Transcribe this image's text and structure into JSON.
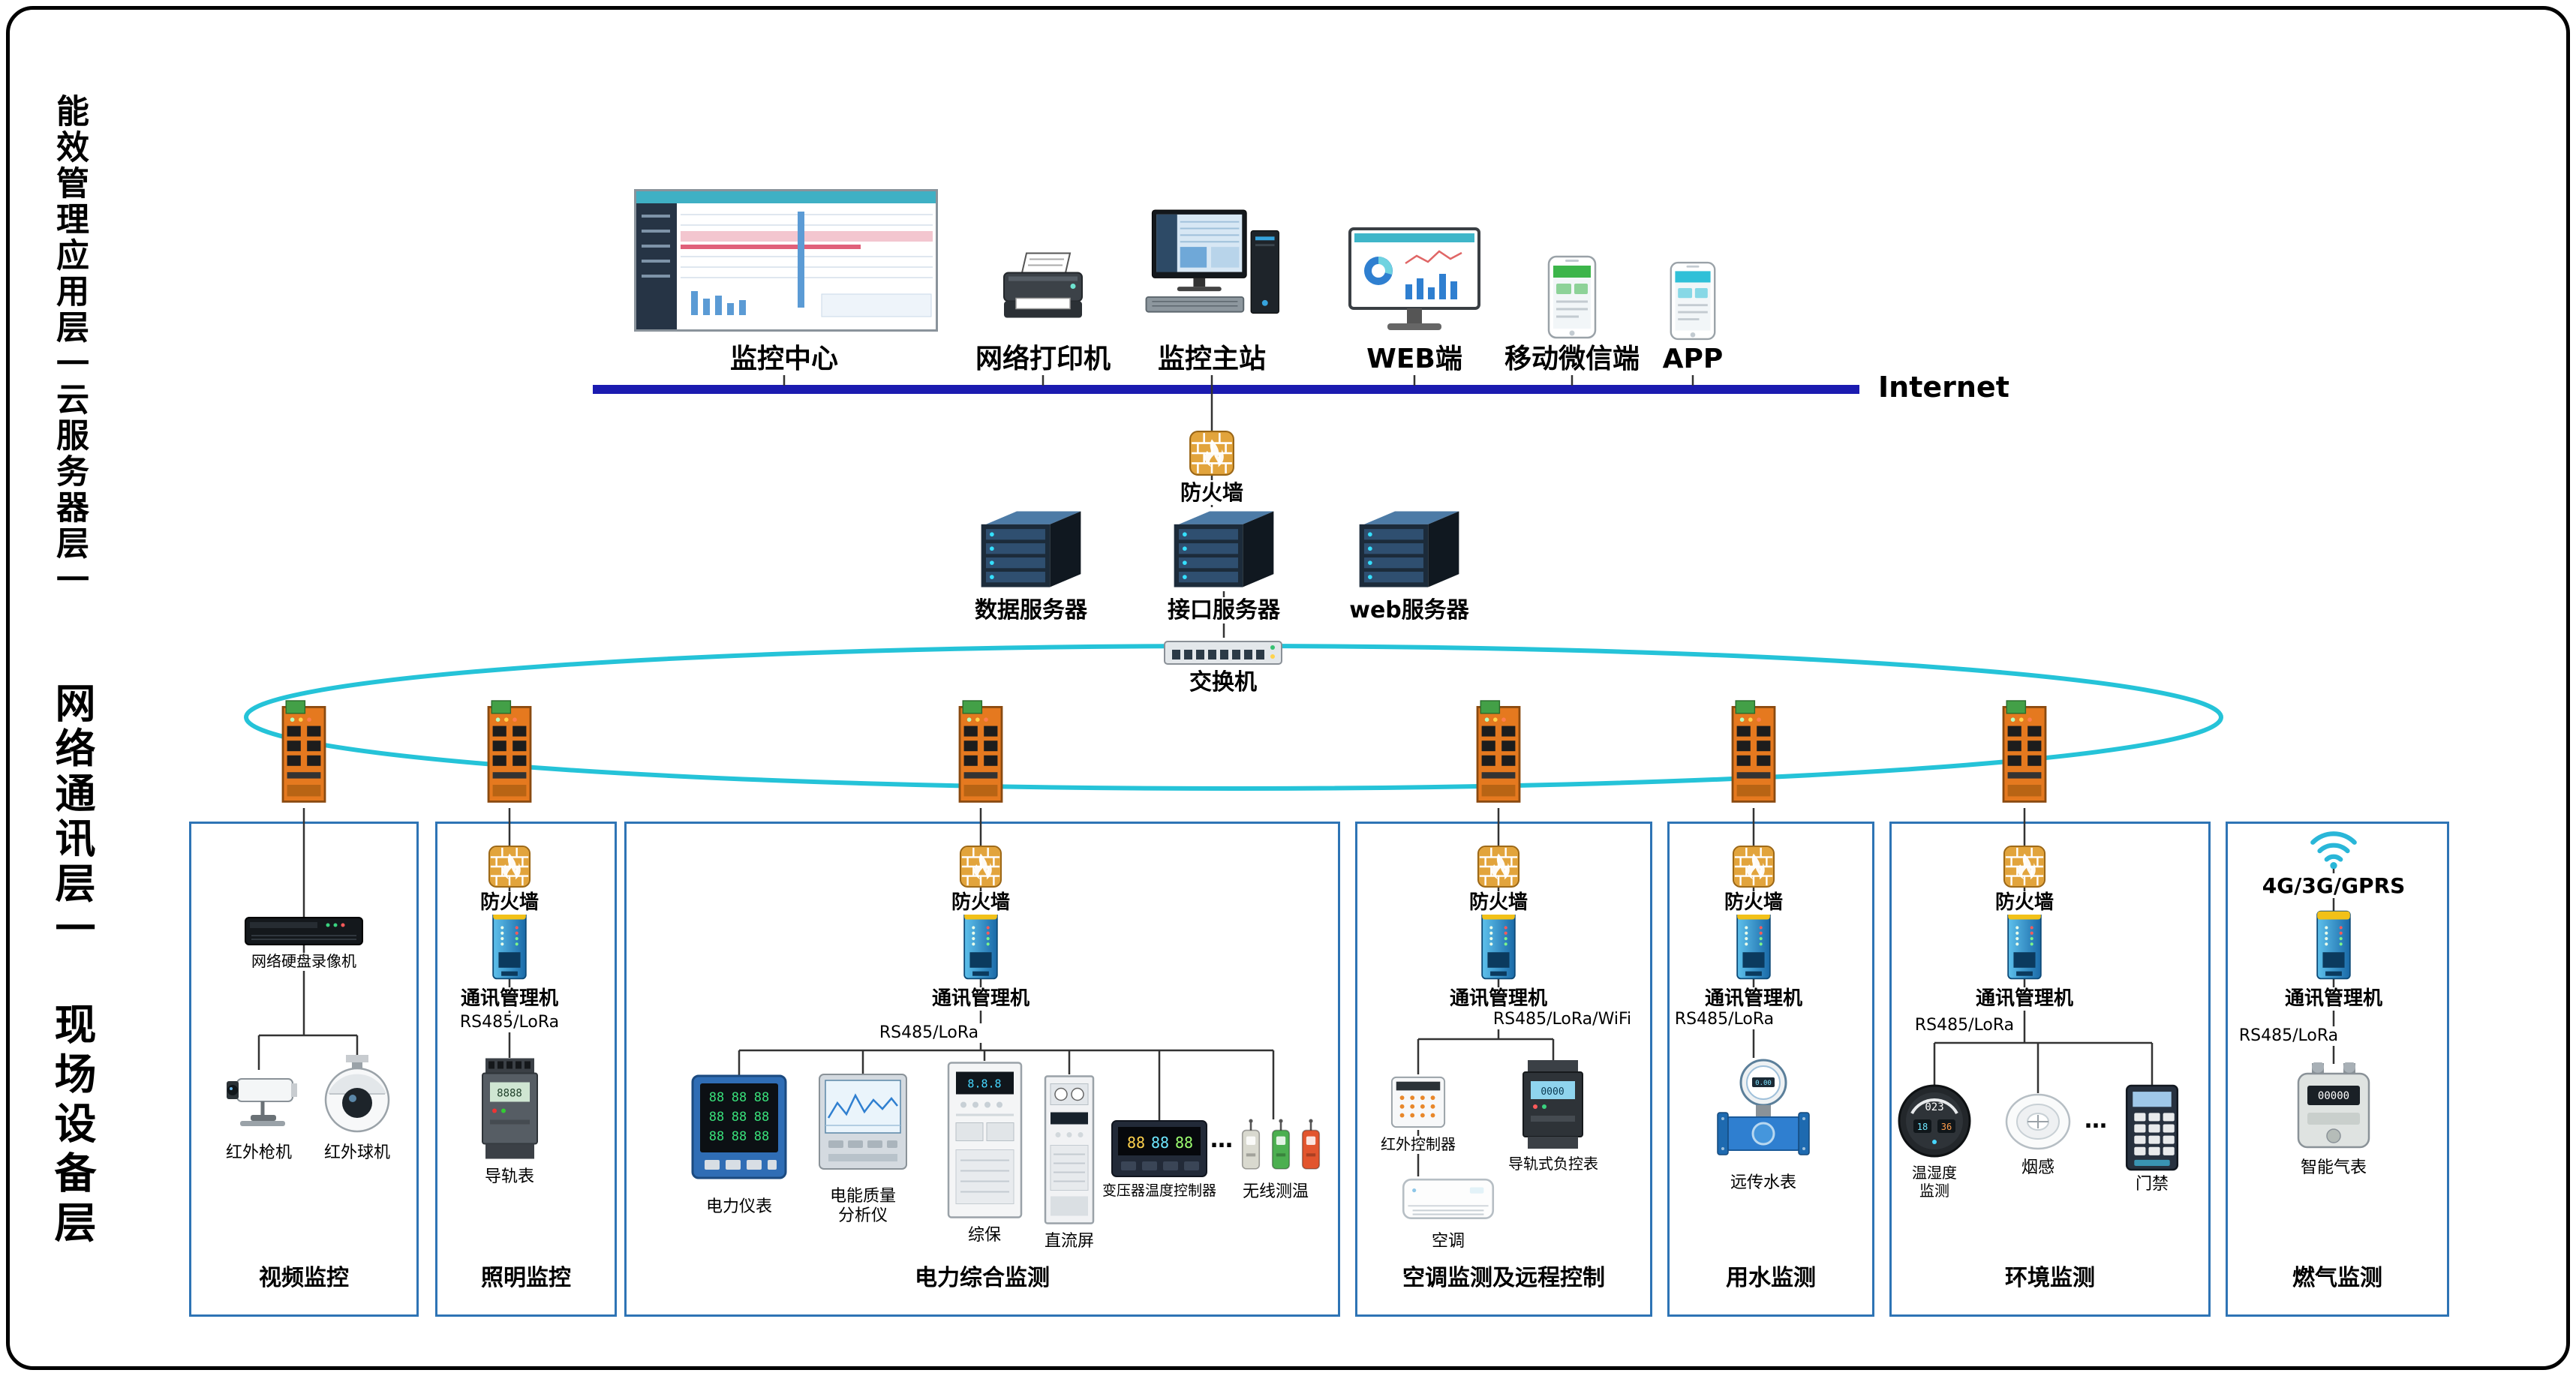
{
  "side_labels": {
    "block1": "能效管理应用层一云服务器层一",
    "block2": "网络通讯层一",
    "block3": "现场设备层"
  },
  "application_layer": {
    "nodes": [
      {
        "label": "监控中心"
      },
      {
        "label": "网络打印机"
      },
      {
        "label": "监控主站"
      },
      {
        "label": "WEB端"
      },
      {
        "label": "移动微信端"
      },
      {
        "label": "APP"
      }
    ],
    "internet_label": "Internet"
  },
  "cloud_layer": {
    "firewall": "防火墙",
    "servers": [
      "数据服务器",
      "接口服务器",
      "web服务器"
    ],
    "switch": "交换机"
  },
  "field_boxes": [
    {
      "title": "视频监控",
      "devices": {
        "nvr": "网络硬盘录像机",
        "gun_camera": "红外枪机",
        "dome_camera": "红外球机"
      }
    },
    {
      "title": "照明监控",
      "firewall": "防火墙",
      "gateway": "通讯管理机",
      "bus": "RS485/LoRa",
      "devices": {
        "rail_meter": "导轨表"
      }
    },
    {
      "title": "电力综合监测",
      "firewall": "防火墙",
      "gateway": "通讯管理机",
      "bus": "RS485/LoRa",
      "devices": {
        "power_meter": "电力仪表",
        "power_quality_analyzer": "电能质量分析仪",
        "protection_relay": "综保",
        "dc_panel": "直流屏",
        "transformer_temp_controller": "变压器温度控制器",
        "wireless_temp": "无线测温"
      },
      "ellipsis": "…"
    },
    {
      "title": "空调监测及远程控制",
      "firewall": "防火墙",
      "gateway": "通讯管理机",
      "bus": "RS485/LoRa/WiFi",
      "devices": {
        "ir_controller": "红外控制器",
        "rail_load_meter": "导轨式负控表",
        "air_conditioner": "空调"
      }
    },
    {
      "title": "用水监测",
      "firewall": "防火墙",
      "gateway": "通讯管理机",
      "bus": "RS485/LoRa",
      "devices": {
        "remote_water_meter": "远传水表"
      }
    },
    {
      "title": "环境监测",
      "firewall": "防火墙",
      "gateway": "通讯管理机",
      "bus": "RS485/LoRa",
      "devices": {
        "temp_humidity_monitor": "温湿度监测",
        "smoke_detector": "烟感",
        "access_control": "门禁"
      },
      "ellipsis": "…"
    },
    {
      "title": "燃气监测",
      "wireless": "4G/3G/GPRS",
      "gateway": "通讯管理机",
      "bus": "RS485/LoRa",
      "devices": {
        "smart_gas_meter": "智能气表"
      }
    }
  ],
  "colors": {
    "internet_line": "#1b1bb0",
    "ring_network": "#25c3d8",
    "box_border": "#2e74b5"
  }
}
